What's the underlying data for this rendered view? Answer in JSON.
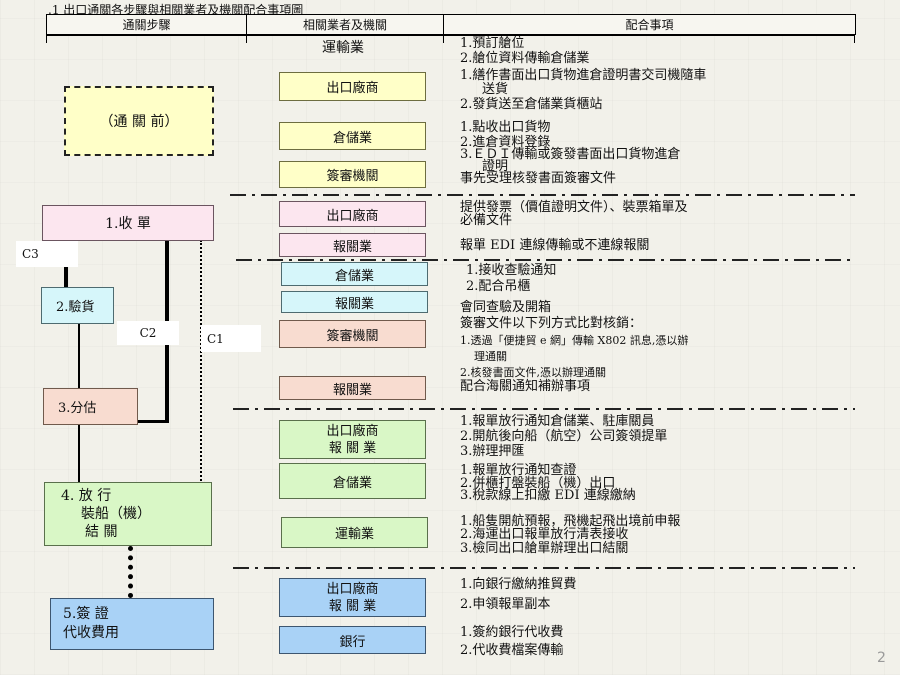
{
  "title": ".1  出口通關各步驟與相關業者及機關配合事項圖",
  "headers": [
    "通關步驟",
    "相關業者及機關",
    "配合事項"
  ],
  "steps": {
    "before": "（通 關 前）",
    "s1": "1.收    單",
    "s2": "2.驗貨",
    "s3": "3.分估",
    "s4_line1": "4.  放        行",
    "s4_line2": "裝船（機）",
    "s4_line3": "結        關",
    "s5_line1": "5.簽    證",
    "s5_line2": "代收費用"
  },
  "links": {
    "c1": "C1",
    "c2": "C2",
    "c3": "C3"
  },
  "agents": {
    "a1": "運輸業",
    "a2": "出口廠商",
    "a3": "倉儲業",
    "a4": "簽審機關",
    "a5": "出口廠商",
    "a6": "報關業",
    "a7": "倉儲業",
    "a8": "報關業",
    "a9": "簽審機關",
    "a10": "報關業",
    "a11_line1": "出口廠商",
    "a11_line2": "報  關  業",
    "a12": "倉儲業",
    "a13": "運輸業",
    "a14_line1": "出口廠商",
    "a14_line2": "報  關  業",
    "a15": "銀行"
  },
  "notes": {
    "n1": "1.預訂艙位",
    "n2": "2.艙位資料傳輸倉儲業",
    "n3": "1.繕作書面出口貨物進倉證明書交司機隨車",
    "n3b": "送貨",
    "n4": "2.發貨送至倉儲業貨櫃站",
    "n5": "1.點收出口貨物",
    "n6": "2.進倉資料登錄",
    "n7": "3.ＥＤＩ傳輸或簽發書面出口貨物進倉",
    "n7b": "證明",
    "n8": "事先受理核發書面簽審文件",
    "n9": "提供發票（價值證明文件）、裝票箱單及",
    "n9b": "必備文件",
    "n10": "報單 EDI 連線傳輸或不連線報關",
    "n11": "1.接收查驗通知",
    "n12": "2.配合吊櫃",
    "n13": "會同查驗及開箱",
    "n14": "簽審文件以下列方式比對核銷：",
    "n15": "1.透過「便捷貿 e 網」傳輸 X802 訊息,憑以辦",
    "n15b": "理通關",
    "n16": "2.核發書面文件,憑以辦理通關",
    "n17": "配合海關通知補辦事項",
    "n18": "1.報單放行通知倉儲業、駐庫關員",
    "n19": "2.開航後向船（航空）公司簽領提單",
    "n20": "3.辦理押匯",
    "n21": "1.報單放行通知查證",
    "n22": "2.併櫃打盤裝船（機）出口",
    "n23": "3.稅款線上扣繳 EDI 連線繳納",
    "n24": "1.船隻開航預報，飛機起飛出境前申報",
    "n25": "2.海運出口報單放行清表接收",
    "n26": "3.檢同出口艙單辦理出口結關",
    "n27": "1.向銀行繳納推貿費",
    "n28": "2.申領報單副本",
    "n29": "1.簽約銀行代收費",
    "n30": "2.代收費檔案傳輸"
  },
  "page_number": "2"
}
